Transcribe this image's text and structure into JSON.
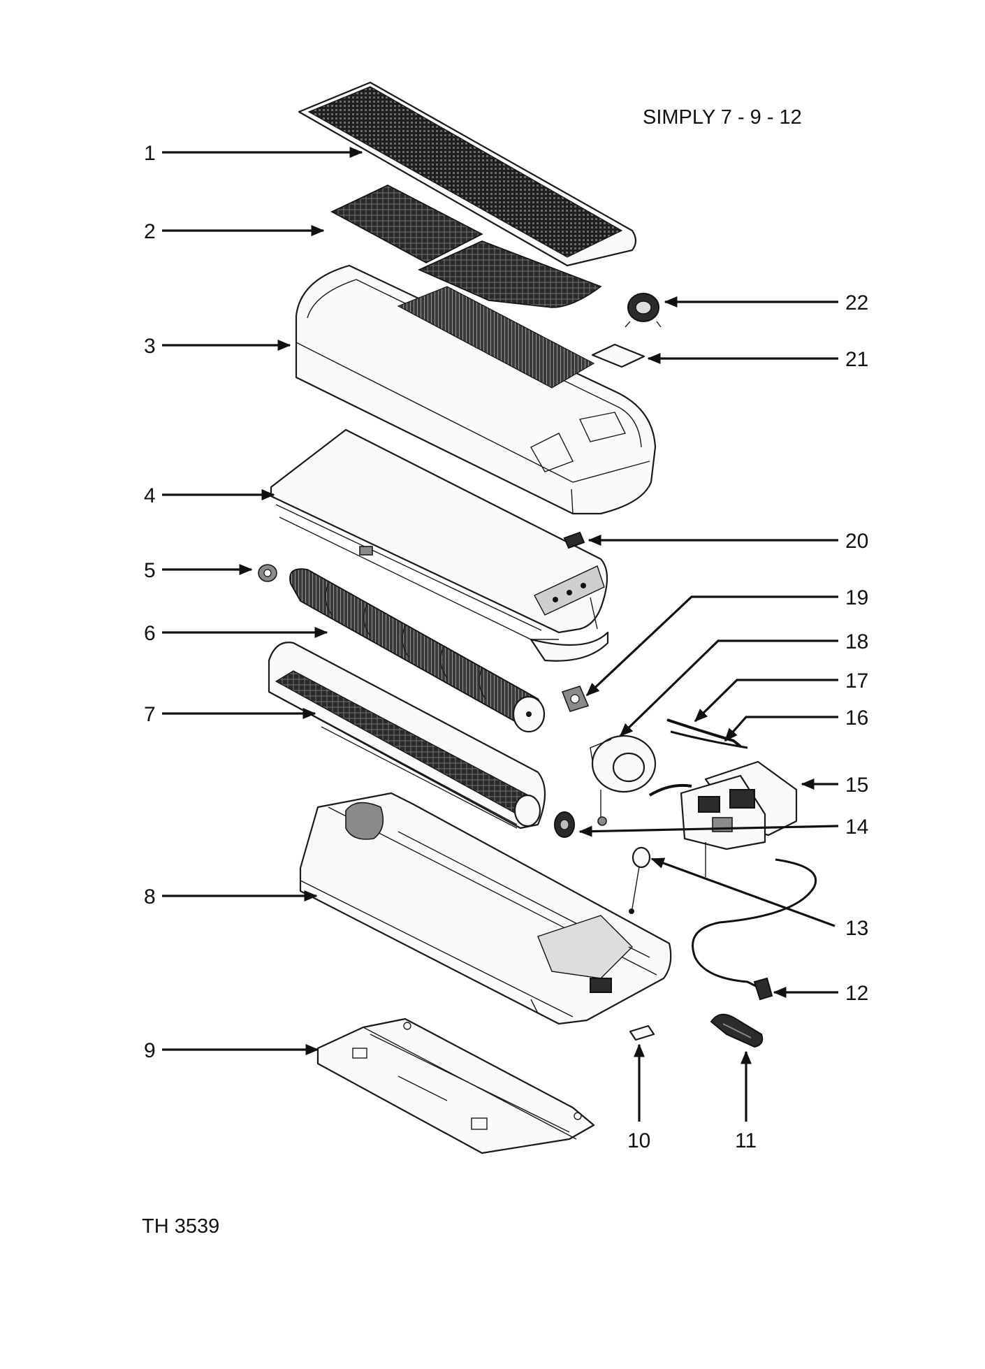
{
  "diagram": {
    "model_title": "SIMPLY 7 - 9 - 12",
    "drawing_code": "TH 3539",
    "callouts": [
      {
        "id": "1"
      },
      {
        "id": "2"
      },
      {
        "id": "3"
      },
      {
        "id": "4"
      },
      {
        "id": "5"
      },
      {
        "id": "6"
      },
      {
        "id": "7"
      },
      {
        "id": "8"
      },
      {
        "id": "9"
      },
      {
        "id": "10"
      },
      {
        "id": "11"
      },
      {
        "id": "12"
      },
      {
        "id": "13"
      },
      {
        "id": "14"
      },
      {
        "id": "15"
      },
      {
        "id": "16"
      },
      {
        "id": "17"
      },
      {
        "id": "18"
      },
      {
        "id": "19"
      },
      {
        "id": "20"
      },
      {
        "id": "21"
      },
      {
        "id": "22"
      }
    ]
  },
  "colors": {
    "ink": "#111111",
    "background": "#ffffff",
    "shade": "#2b2b2b"
  }
}
